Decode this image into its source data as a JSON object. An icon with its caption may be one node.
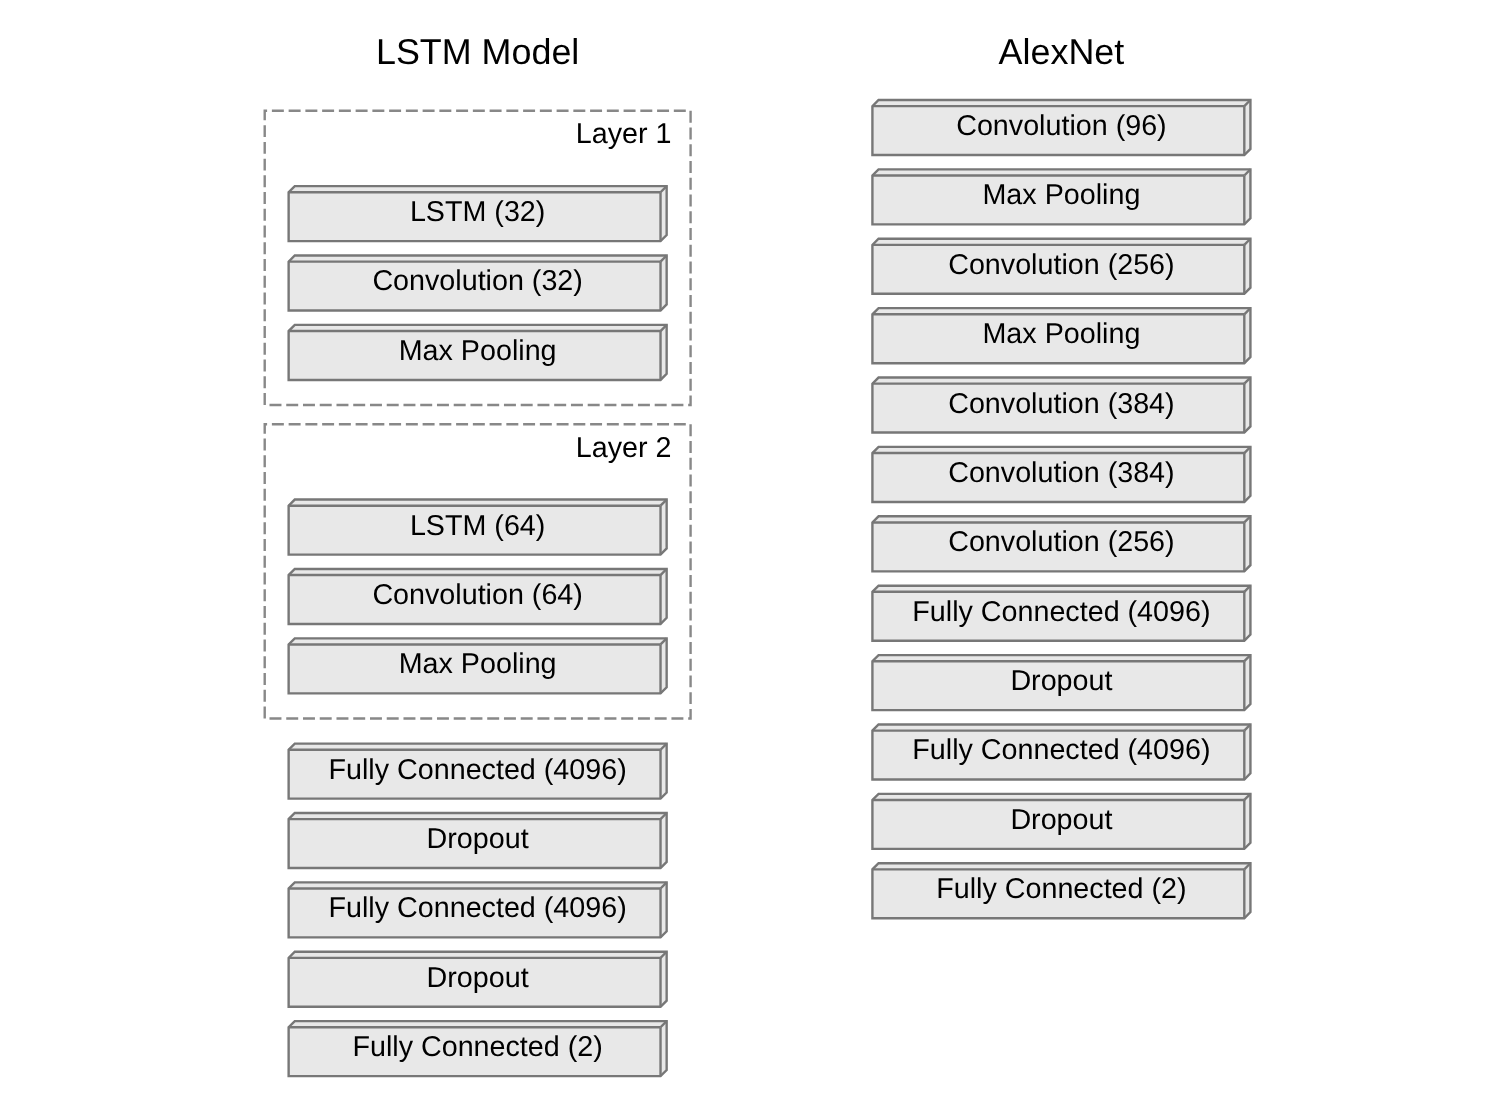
{
  "diagram": {
    "nodes": [
      {
        "text": [
          "Layer 1"
        ]
      },
      {
        "text": [
          "LSTM (32)"
        ],
        "in": 0
      },
      {
        "text": [
          "Convolution (32)"
        ],
        "in": 0
      },
      {
        "text": [
          "Max Pooling"
        ],
        "in": 0
      },
      {
        "text": [
          "Layer 2"
        ]
      },
      {
        "text": [
          "LSTM (64)"
        ],
        "in": 4
      },
      {
        "text": [
          "Convolution (64)"
        ],
        "in": 4
      },
      {
        "text": [
          "Max Pooling"
        ],
        "in": 4
      },
      {
        "text": [
          "Fully Connected (4096)"
        ]
      },
      {
        "text": [
          "Dropout"
        ]
      },
      {
        "text": [
          "Fully Connected (4096)"
        ]
      },
      {
        "text": [
          "Dropout"
        ]
      },
      {
        "text": [
          "Fully Connected (2)"
        ]
      },
      {
        "text": [
          "Convolution (96)"
        ]
      },
      {
        "text": [
          "Max Pooling"
        ]
      },
      {
        "text": [
          "Convolution (256)"
        ]
      },
      {
        "text": [
          "Max Pooling"
        ]
      },
      {
        "text": [
          "Convolution (384)"
        ]
      },
      {
        "text": [
          "Convolution (384)"
        ]
      },
      {
        "text": [
          "Convolution (256)"
        ]
      },
      {
        "text": [
          "Fully Connected (4096)"
        ]
      },
      {
        "text": [
          "Dropout"
        ]
      },
      {
        "text": [
          "Fully Connected (4096)"
        ]
      },
      {
        "text": [
          "Dropout"
        ]
      },
      {
        "text": [
          "Fully Connected (2)"
        ]
      }
    ],
    "edges": [],
    "labels": [
      "LSTM Model",
      "AlexNet"
    ]
  }
}
